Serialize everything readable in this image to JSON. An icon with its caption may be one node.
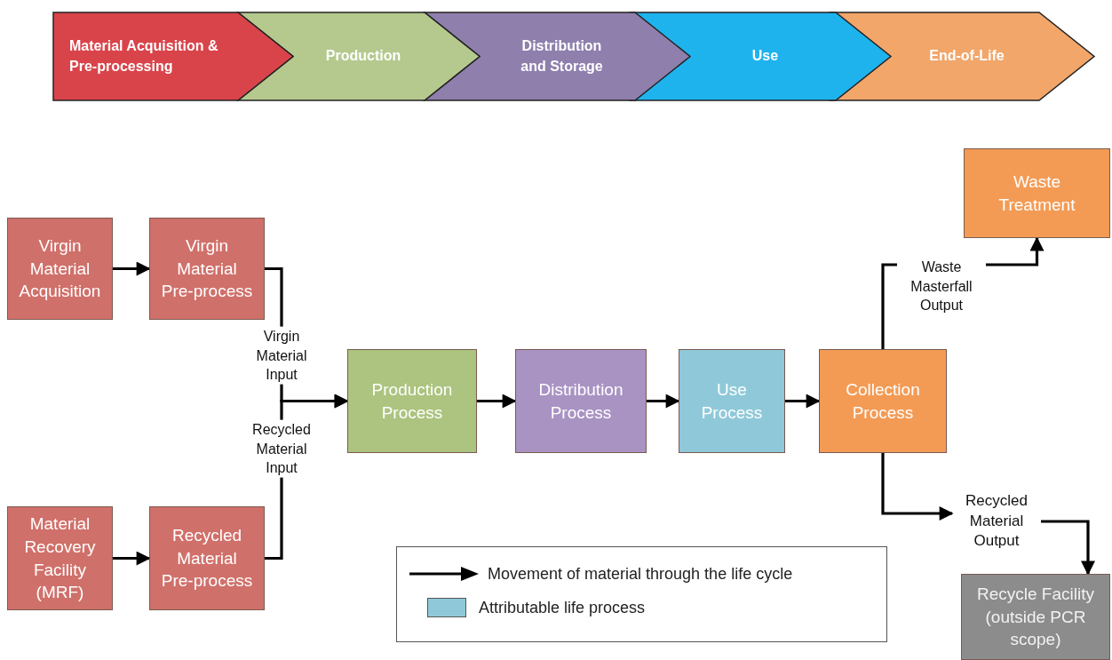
{
  "diagram": {
    "nodes": [
      {
        "text": [
          "Material Acquisition & Pre-processing"
        ]
      },
      {
        "text": [
          "Production"
        ]
      },
      {
        "text": [
          "Distribution and Storage"
        ]
      },
      {
        "text": [
          "Use"
        ]
      },
      {
        "text": [
          "End-of-Life"
        ]
      },
      {
        "text": [
          "Virgin Material Acquisition"
        ]
      },
      {
        "text": [
          "Virgin Material Pre-process"
        ]
      },
      {
        "text": [
          "Material Recovery Facility (MRF)"
        ]
      },
      {
        "text": [
          "Recycled Material Pre-process"
        ]
      },
      {
        "text": [
          "Production Process"
        ]
      },
      {
        "text": [
          "Distribution Process"
        ]
      },
      {
        "text": [
          "Use Process"
        ]
      },
      {
        "text": [
          "Collection Process"
        ]
      },
      {
        "text": [
          "Waste Treatment"
        ]
      },
      {
        "text": [
          "Recycled Material Output"
        ]
      },
      {
        "text": [
          "Recycle Facility (outside PCR scope)"
        ]
      }
    ],
    "edges": [
      {
        "from": 5,
        "to": 6,
        "arrow": "to"
      },
      {
        "from": 6,
        "to": 9,
        "arrow": "to",
        "label": "Virgin Material Input"
      },
      {
        "from": 7,
        "to": 8,
        "arrow": "to"
      },
      {
        "from": 8,
        "to": 9,
        "arrow": "to",
        "label": "Recycled Material Input"
      },
      {
        "from": 9,
        "to": 10,
        "arrow": "to"
      },
      {
        "from": 10,
        "to": 11,
        "arrow": "to"
      },
      {
        "from": 11,
        "to": 12,
        "arrow": "to"
      },
      {
        "from": 12,
        "to": 13,
        "arrow": "to",
        "label": "Waste Masterfall Output"
      },
      {
        "from": 12,
        "to": 14,
        "arrow": "to"
      },
      {
        "from": 14,
        "to": 15,
        "arrow": "to"
      }
    ],
    "legend": [
      {
        "text": "Movement of material through the life cycle"
      },
      {
        "text": "Attributable life process",
        "color": "#8fc9d9"
      }
    ]
  }
}
